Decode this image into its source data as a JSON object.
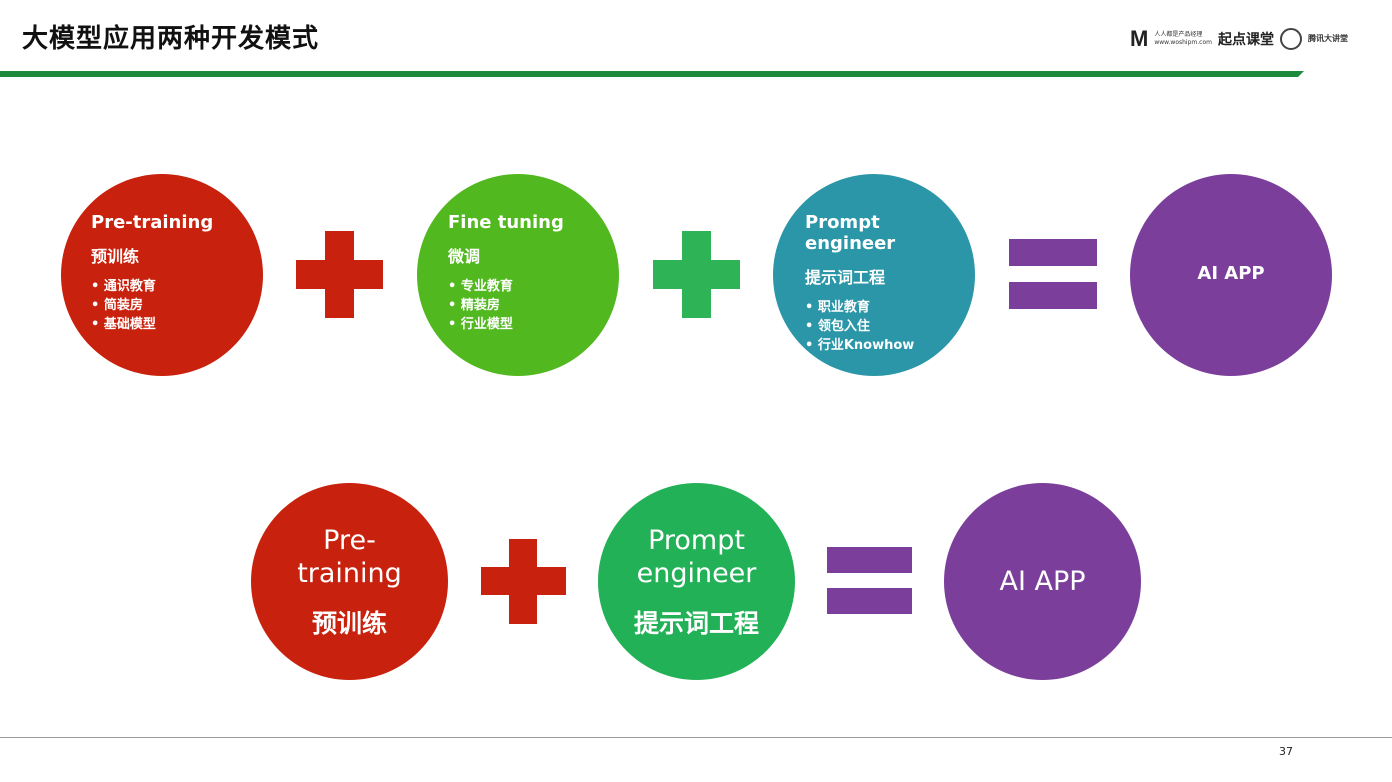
{
  "slide": {
    "title": "大模型应用两种开发模式",
    "page_number": "37"
  },
  "logos": {
    "woshipm_mark": "M",
    "woshipm_text1": "人人都是产品经理",
    "woshipm_text2": "www.woshipm.com",
    "qidian": "起点课堂",
    "tencent": "腾讯大讲堂"
  },
  "row1": {
    "c1": {
      "title": "Pre-training",
      "sub": "预训练",
      "items": [
        "通识教育",
        "简装房",
        "基础模型"
      ],
      "color": "#c8210d"
    },
    "c2": {
      "title": "Fine tuning",
      "sub": "微调",
      "items": [
        "专业教育",
        "精装房",
        "行业模型"
      ],
      "color": "#52b81f"
    },
    "c3": {
      "title": "Prompt engineer",
      "sub": "提示词工程",
      "items": [
        "职业教育",
        "领包入住",
        "行业Knowhow"
      ],
      "color": "#2b96a8"
    },
    "c4": {
      "title": "AI APP",
      "color": "#7b3f9b"
    },
    "plus1_color": "#c8210d",
    "plus2_color": "#2eb456",
    "equals_color": "#7b3f9b"
  },
  "row2": {
    "c1": {
      "title_line1": "Pre-",
      "title_line2": "training",
      "sub": "预训练",
      "color": "#c8210d"
    },
    "c2": {
      "title_line1": "Prompt",
      "title_line2": "engineer",
      "sub": "提示词工程",
      "color": "#22b157"
    },
    "c3": {
      "title": "AI APP",
      "color": "#7b3f9b"
    },
    "plus_color": "#c8210d",
    "equals_color": "#7b3f9b"
  }
}
